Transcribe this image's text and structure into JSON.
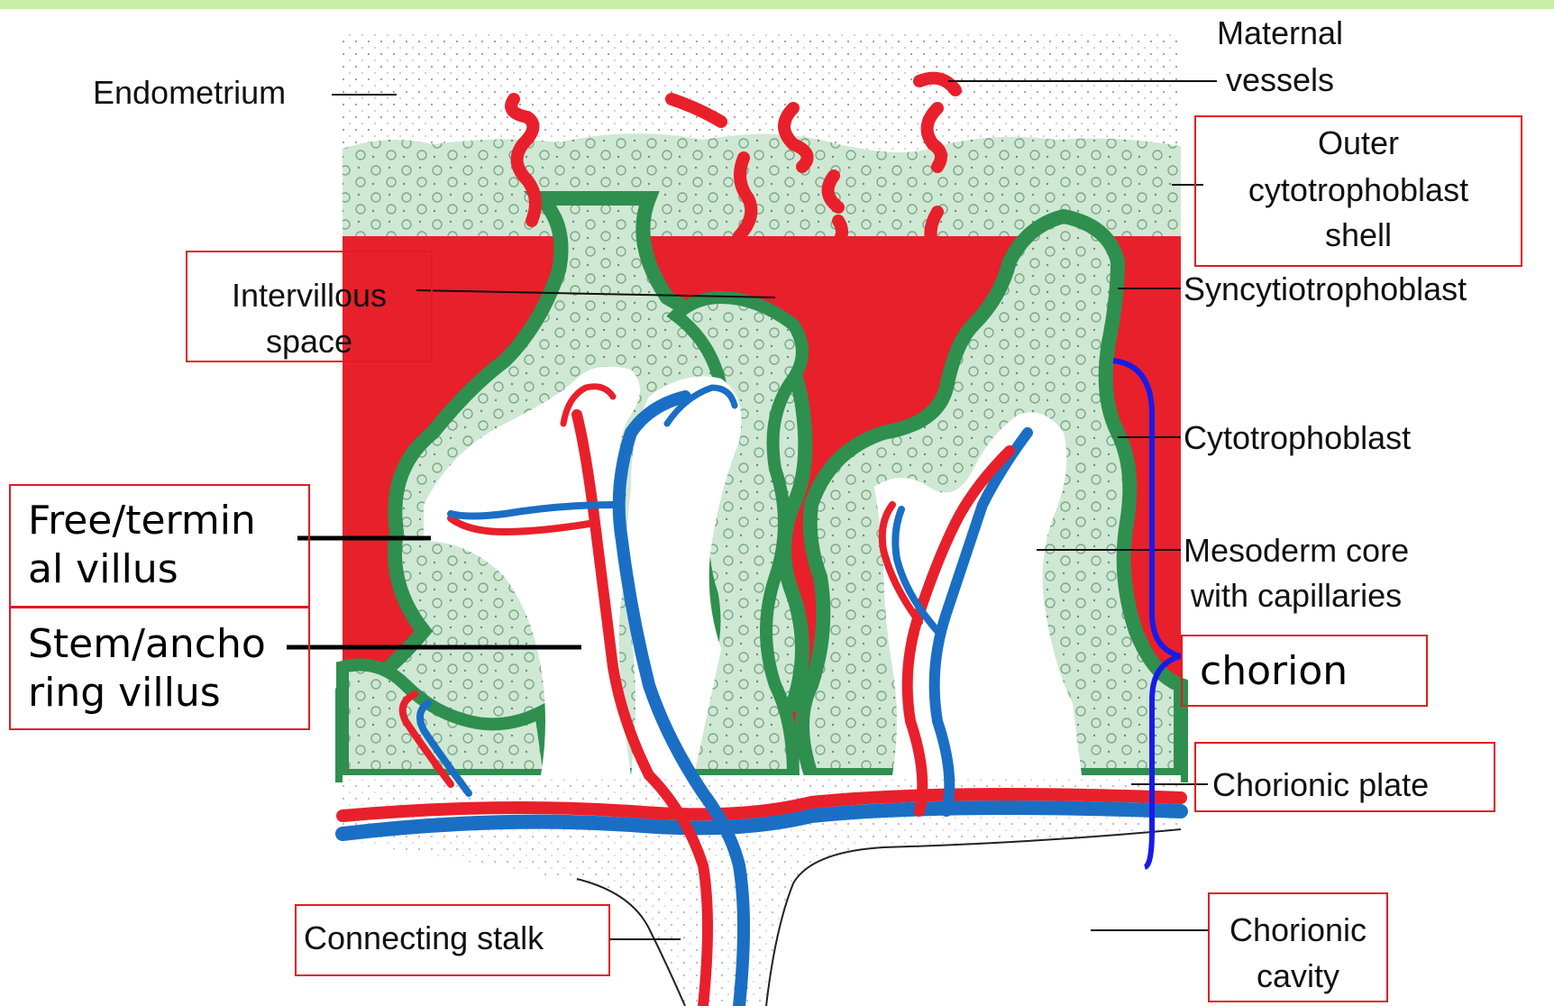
{
  "labels": {
    "endometrium": "Endometrium",
    "maternal_vessels_line1": "Maternal",
    "maternal_vessels_line2": "vessels",
    "outer_shell_line1": "Outer",
    "outer_shell_line2": "cytotrophoblast",
    "outer_shell_line3": "shell",
    "intervillous_line1": "Intervillous",
    "intervillous_line2": "space",
    "syncytiotrophoblast": "Syncytiotrophoblast",
    "cytotrophoblast": "Cytotrophoblast",
    "mesoderm_line1": "Mesoderm core",
    "mesoderm_line2": "with capillaries",
    "chorion": "chorion",
    "chorionic_plate": "Chorionic plate",
    "connecting_stalk": "Connecting stalk",
    "chorionic_cavity_line1": "Chorionic",
    "chorionic_cavity_line2": "cavity",
    "free_villus_line1": "Free/termin",
    "free_villus_line2": "al villus",
    "stem_villus_line1": "Stem/ancho",
    "stem_villus_line2": "ring villus"
  },
  "colors": {
    "maternal_blood": "#e8202b",
    "cytotrophoblast": "#cfe8d4",
    "syncytiotrophoblast": "#2f8f4e",
    "vein": "#1a6fc4",
    "artery": "#e8202b",
    "highlight_box": "#e21a22",
    "chorion_brace": "#1a1ae8",
    "top_bar": "#c6eea5"
  }
}
